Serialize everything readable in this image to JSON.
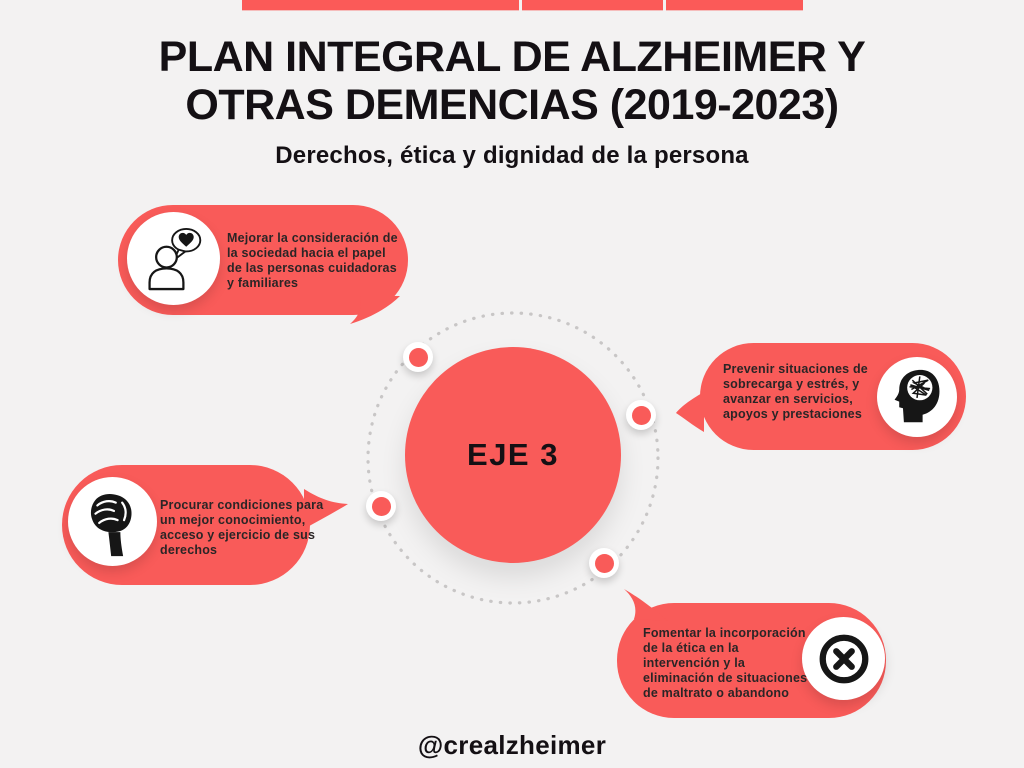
{
  "colors": {
    "background": "#f3f2f2",
    "accent_red": "#f95b59",
    "topbar_red": "#fb5a58",
    "text_dark": "#2b2526",
    "title_black": "#141014",
    "orbit_ring_gray": "#c8c6c6",
    "icon_black": "#161616",
    "white": "#ffffff"
  },
  "header": {
    "title_line1": "PLAN INTEGRAL DE ALZHEIMER Y",
    "title_line2": "OTRAS DEMENCIAS (2019-2023)",
    "subtitle": "Derechos, ética y dignidad de la persona"
  },
  "center": {
    "label": "EJE 3"
  },
  "bubbles": [
    {
      "name": "caregivers",
      "icon": "person-heart-icon",
      "text": "Mejorar la consideración de\nla sociedad hacia el papel\nde las personas cuidadoras\ny familiares"
    },
    {
      "name": "overload",
      "icon": "stressed-mind-icon",
      "text": "Prevenir situaciones de\nsobrecarga y estrés, y\navanzar en servicios,\napoyos y prestaciones"
    },
    {
      "name": "rights",
      "icon": "raised-fist-icon",
      "text": "Procurar condiciones para\nun mejor conocimiento,\nacceso y ejercicio de sus\nderechos"
    },
    {
      "name": "ethics",
      "icon": "crossed-circle-icon",
      "text": "Fomentar la incorporación\nde la ética en la\nintervención y la\neliminación de situaciones\nde maltrato o abandono"
    }
  ],
  "footer": {
    "handle": "@crealzheimer"
  }
}
